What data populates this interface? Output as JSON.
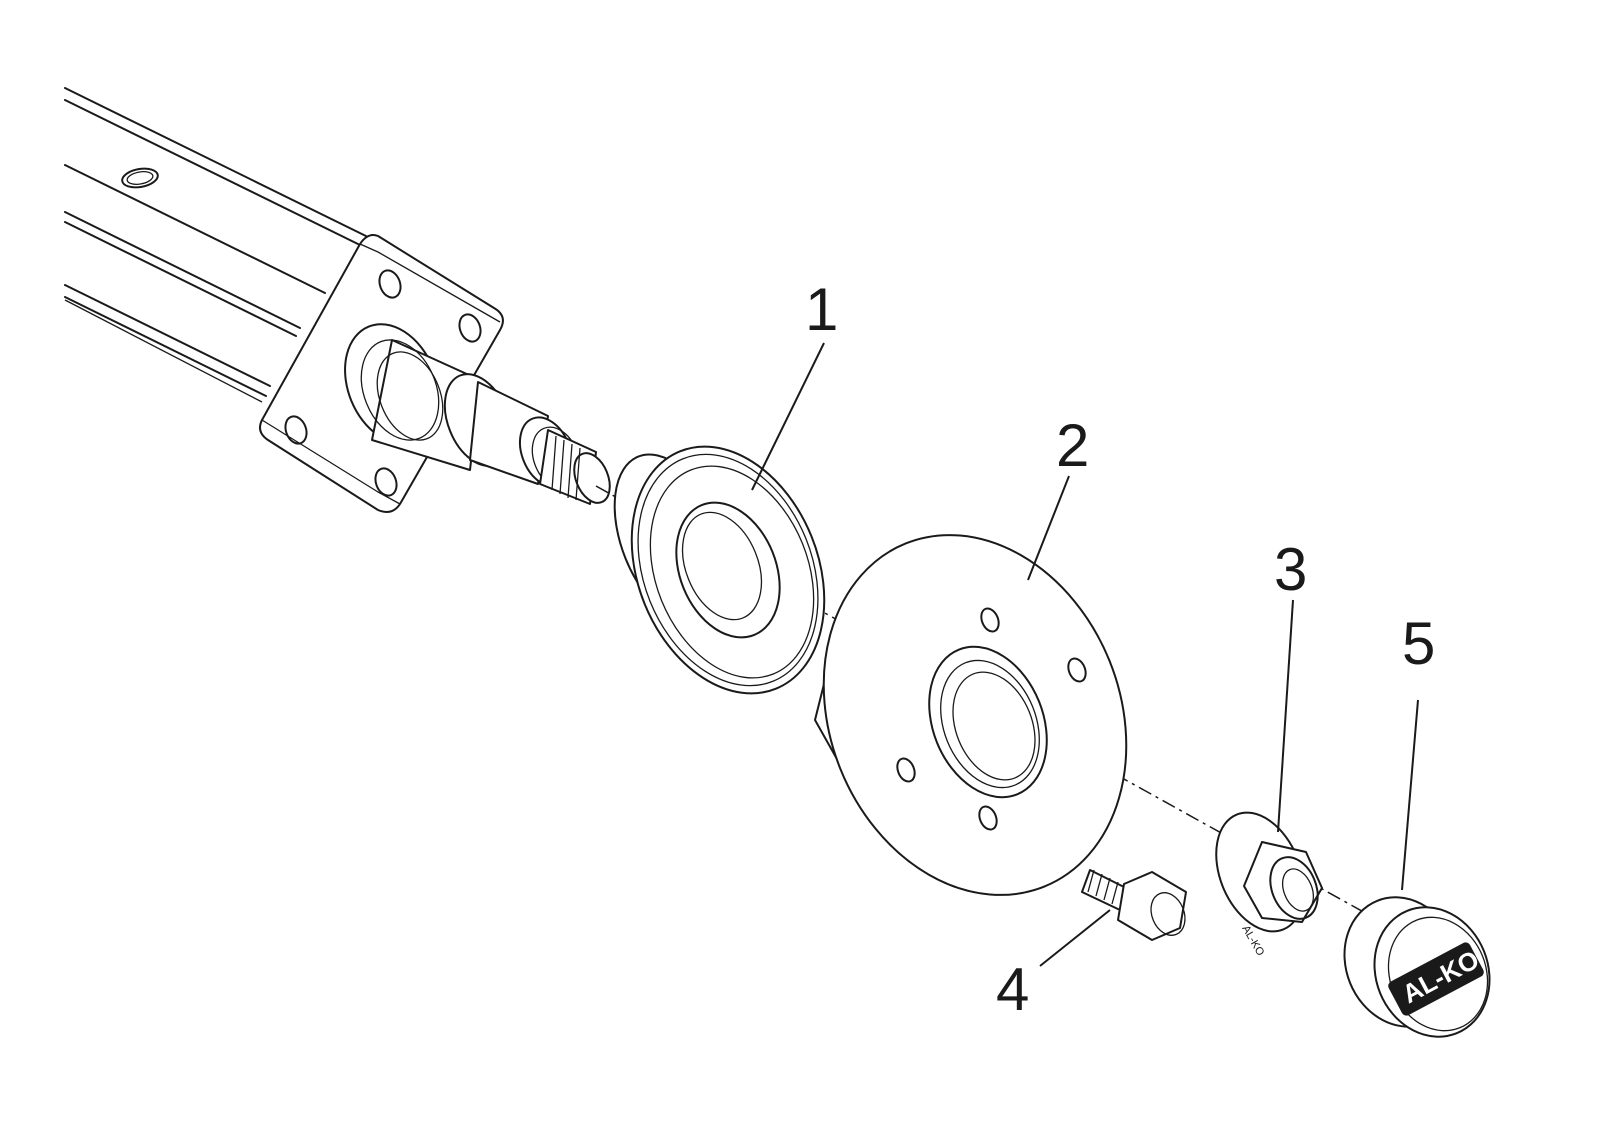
{
  "callouts": [
    {
      "id": "1",
      "label": "1"
    },
    {
      "id": "2",
      "label": "2"
    },
    {
      "id": "3",
      "label": "3"
    },
    {
      "id": "4",
      "label": "4"
    },
    {
      "id": "5",
      "label": "5"
    }
  ],
  "cap_logo": "AL-KO",
  "nut_marking": "AL-KO"
}
